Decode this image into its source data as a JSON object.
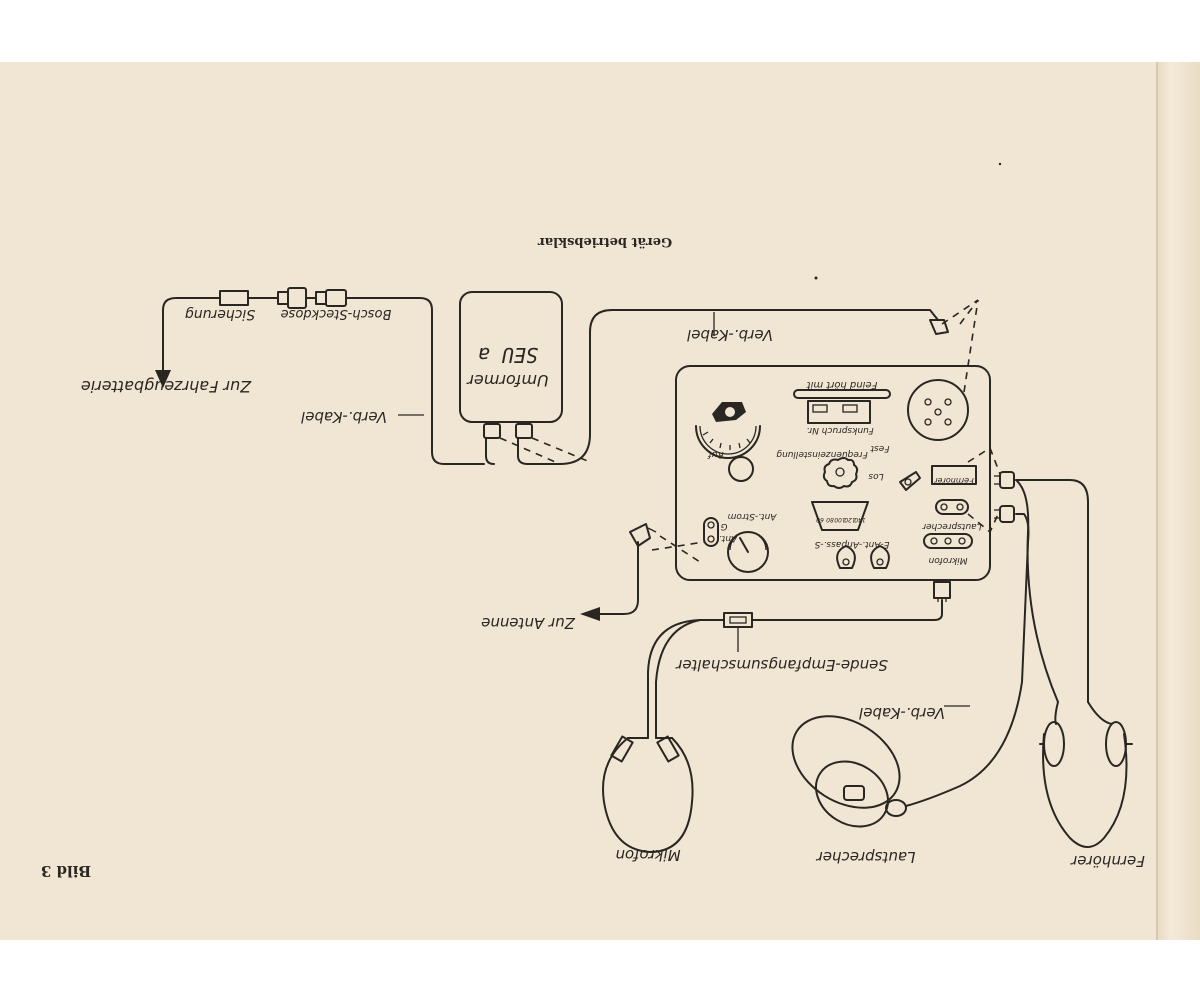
{
  "header": {
    "title": "Gerät betriebsklar",
    "figure_number": "Bild 3"
  },
  "labels": {
    "fahrzeugbatterie": "Zur Fahrzeugbatterie",
    "sicherung": "Sicherung",
    "bosch_steckdose": "Bosch-Steckdose",
    "verb_kabel_left": "Verb.-Kabel",
    "umformer": "Umformer",
    "umformer_type": "SEU a",
    "verb_kabel_top": "Verb.-Kabel",
    "verb_kabel_right": "Verb.-Kabel",
    "antenne": "Zur Antenne",
    "sende_empfang": "Sende-Empfangsumschalter",
    "mikrofon": "Mikrofon",
    "lautsprecher": "Lautsprecher",
    "fernhoerer": "Fernhörer"
  },
  "panel": {
    "feind_hoert_mit": "Feind hört mit",
    "funkspruch": "Funkspruch Nr.",
    "frequenzeinstellung": "Frequenzeinstellung",
    "fest": "Fest",
    "los": "Los",
    "ruf": "Ruf",
    "fernhoerer": "Fernhörer",
    "lautsprecher": "Lautsprecher",
    "mikrofon": "Mikrofon",
    "ant_strom": "Ant.-Strom",
    "ant": "Ant.",
    "g": "G",
    "e_ant_anpass": "E-Ant.-Anpass.-S",
    "scale_marks": [
      "60",
      "80",
      "100",
      "120",
      "140"
    ]
  }
}
